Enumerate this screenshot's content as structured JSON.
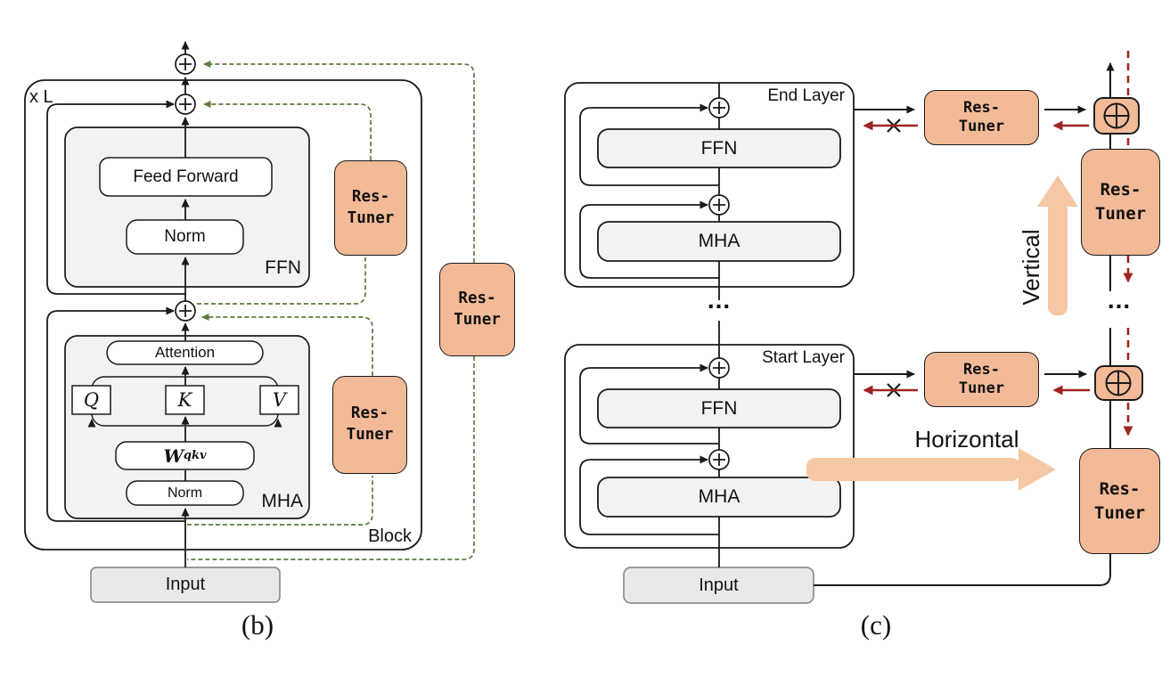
{
  "colors": {
    "line": "#1a1a1a",
    "accent_salmon": "#F3BA97",
    "dashed_green": "#5C7C3E",
    "dark_red": "#9E2422",
    "peach_arrow": "#F6C7A4",
    "module_gray": "#F2F2F2",
    "input_gray": "#E9E9E9",
    "input_border": "#8F8F8F"
  },
  "shared": {
    "res_tuner": {
      "line1": "Res-",
      "line2": "Tuner"
    },
    "ellipsis": "..."
  },
  "diagram_b": {
    "caption": "(b)",
    "repeat_label": "x L",
    "block_label": "Block",
    "input_label": "Input",
    "ffn": {
      "label": "FFN",
      "feed_forward": "Feed Forward",
      "norm": "Norm"
    },
    "mha": {
      "label": "MHA",
      "attention": "Attention",
      "q": "Q",
      "k": "K",
      "v": "V",
      "w": "W",
      "w_sub": "qkv",
      "norm": "Norm"
    }
  },
  "diagram_c": {
    "caption": "(c)",
    "input_label": "Input",
    "end_layer": {
      "title": "End Layer",
      "ffn": "FFN",
      "mha": "MHA"
    },
    "start_layer": {
      "title": "Start Layer",
      "ffn": "FFN",
      "mha": "MHA"
    },
    "vertical_label": "Vertical",
    "horizontal_label": "Horizontal"
  }
}
